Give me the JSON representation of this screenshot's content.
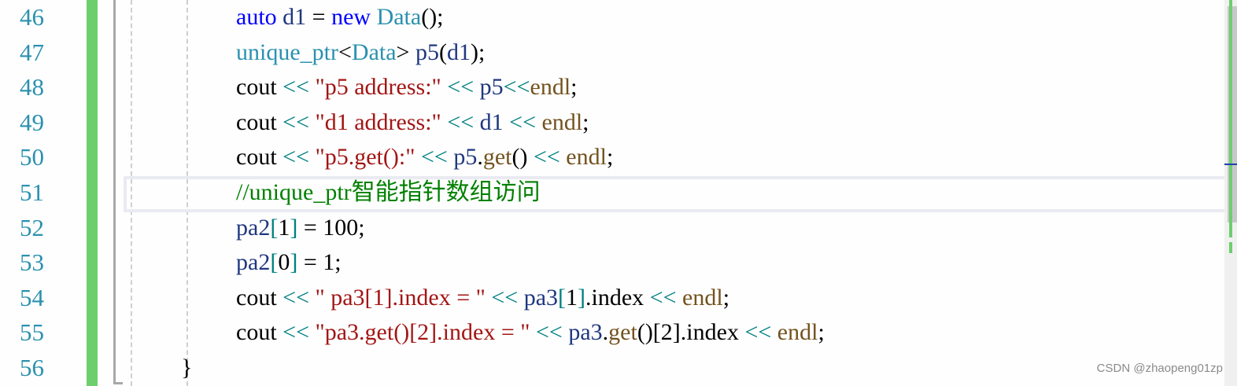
{
  "editor": {
    "line_numbers": [
      "46",
      "47",
      "48",
      "49",
      "50",
      "51",
      "52",
      "53",
      "54",
      "55",
      "56"
    ],
    "current_line": "51",
    "lines": [
      [
        {
          "t": "auto",
          "c": "kw"
        },
        {
          "t": " d1 ",
          "c": "var"
        },
        {
          "t": "= ",
          "c": "plain"
        },
        {
          "t": "new",
          "c": "kw"
        },
        {
          "t": " ",
          "c": "plain"
        },
        {
          "t": "Data",
          "c": "type"
        },
        {
          "t": "();",
          "c": "plain"
        }
      ],
      [
        {
          "t": "unique_ptr",
          "c": "type"
        },
        {
          "t": "<",
          "c": "plain"
        },
        {
          "t": "Data",
          "c": "type"
        },
        {
          "t": "> ",
          "c": "plain"
        },
        {
          "t": "p5",
          "c": "var"
        },
        {
          "t": "(",
          "c": "plain"
        },
        {
          "t": "d1",
          "c": "var"
        },
        {
          "t": ");",
          "c": "plain"
        }
      ],
      [
        {
          "t": "cout ",
          "c": "plain"
        },
        {
          "t": "<< ",
          "c": "op"
        },
        {
          "t": "\"p5 address:\"",
          "c": "str"
        },
        {
          "t": " ",
          "c": "plain"
        },
        {
          "t": "<< ",
          "c": "op"
        },
        {
          "t": "p5",
          "c": "var"
        },
        {
          "t": "<<",
          "c": "op"
        },
        {
          "t": "endl",
          "c": "fn"
        },
        {
          "t": ";",
          "c": "plain"
        }
      ],
      [
        {
          "t": "cout ",
          "c": "plain"
        },
        {
          "t": "<< ",
          "c": "op"
        },
        {
          "t": "\"d1 address:\"",
          "c": "str"
        },
        {
          "t": " ",
          "c": "plain"
        },
        {
          "t": "<< ",
          "c": "op"
        },
        {
          "t": "d1 ",
          "c": "var"
        },
        {
          "t": "<< ",
          "c": "op"
        },
        {
          "t": "endl",
          "c": "fn"
        },
        {
          "t": ";",
          "c": "plain"
        }
      ],
      [
        {
          "t": "cout ",
          "c": "plain"
        },
        {
          "t": "<< ",
          "c": "op"
        },
        {
          "t": "\"p5.get():\"",
          "c": "str"
        },
        {
          "t": " ",
          "c": "plain"
        },
        {
          "t": "<< ",
          "c": "op"
        },
        {
          "t": "p5",
          "c": "var"
        },
        {
          "t": ".",
          "c": "plain"
        },
        {
          "t": "get",
          "c": "fn"
        },
        {
          "t": "() ",
          "c": "plain"
        },
        {
          "t": "<< ",
          "c": "op"
        },
        {
          "t": "endl",
          "c": "fn"
        },
        {
          "t": ";",
          "c": "plain"
        }
      ],
      [
        {
          "t": "//unique_ptr智能指针数组访问",
          "c": "cmt"
        }
      ],
      [
        {
          "t": "pa2",
          "c": "var"
        },
        {
          "t": "[",
          "c": "op"
        },
        {
          "t": "1",
          "c": "plain"
        },
        {
          "t": "]",
          "c": "op"
        },
        {
          "t": " = 100;",
          "c": "plain"
        }
      ],
      [
        {
          "t": "pa2",
          "c": "var"
        },
        {
          "t": "[",
          "c": "op"
        },
        {
          "t": "0",
          "c": "plain"
        },
        {
          "t": "]",
          "c": "op"
        },
        {
          "t": " = 1;",
          "c": "plain"
        }
      ],
      [
        {
          "t": "cout ",
          "c": "plain"
        },
        {
          "t": "<< ",
          "c": "op"
        },
        {
          "t": "\" pa3[1].index = \"",
          "c": "str"
        },
        {
          "t": " ",
          "c": "plain"
        },
        {
          "t": "<< ",
          "c": "op"
        },
        {
          "t": "pa3",
          "c": "var"
        },
        {
          "t": "[",
          "c": "op"
        },
        {
          "t": "1",
          "c": "plain"
        },
        {
          "t": "]",
          "c": "op"
        },
        {
          "t": ".index ",
          "c": "plain"
        },
        {
          "t": "<< ",
          "c": "op"
        },
        {
          "t": "endl",
          "c": "fn"
        },
        {
          "t": ";",
          "c": "plain"
        }
      ],
      [
        {
          "t": "cout ",
          "c": "plain"
        },
        {
          "t": "<< ",
          "c": "op"
        },
        {
          "t": "\"pa3.get()[2].index = \"",
          "c": "str"
        },
        {
          "t": " ",
          "c": "plain"
        },
        {
          "t": "<< ",
          "c": "op"
        },
        {
          "t": "pa3",
          "c": "var"
        },
        {
          "t": ".",
          "c": "plain"
        },
        {
          "t": "get",
          "c": "fn"
        },
        {
          "t": "()[2].index ",
          "c": "plain"
        },
        {
          "t": "<< ",
          "c": "op"
        },
        {
          "t": "endl",
          "c": "fn"
        },
        {
          "t": ";",
          "c": "plain"
        }
      ],
      [
        {
          "t": "}",
          "c": "plain"
        }
      ]
    ],
    "line_indents": [
      300,
      300,
      300,
      300,
      300,
      300,
      300,
      300,
      300,
      300,
      230
    ]
  },
  "colors": {
    "line_number": "#2b91af",
    "change_bar": "#6dcf6c",
    "keyword": "#0000ff",
    "type": "#2b91af",
    "string": "#a31515",
    "comment": "#008000",
    "function": "#74531f",
    "variable": "#1f377f"
  },
  "watermark": "CSDN @zhaopeng01zp"
}
